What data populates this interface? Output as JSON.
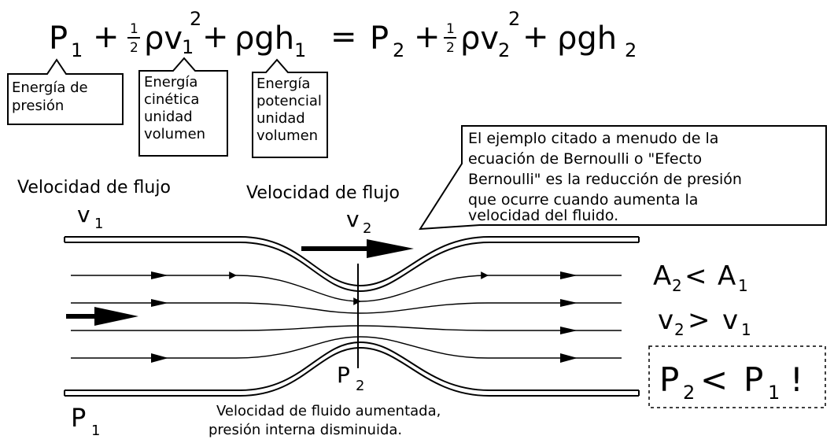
{
  "equation": {
    "P": "P",
    "sub1": "1",
    "sub2": "2",
    "plus": "+",
    "equals": "=",
    "half_num": "1",
    "half_den": "2",
    "rho_v": "ρv",
    "square": "2",
    "rho_g_h": "ρgh"
  },
  "boxes": {
    "pressure": [
      "Energía de",
      "presión"
    ],
    "kinetic": [
      "Energía",
      "cinética",
      "unidad",
      "volumen"
    ],
    "potential": [
      "Energía",
      "potencial",
      "unidad",
      "volumen"
    ]
  },
  "callout": [
    "El ejemplo citado a menudo de la",
    "ecuación de Bernoulli o \"Efecto",
    "Bernoulli\" es la reducción de presión",
    "que ocurre cuando aumenta la",
    "velocidad del fluido."
  ],
  "flow_labels": {
    "left_title": "Velocidad de flujo",
    "left_symbol": "v",
    "left_sub": "1",
    "middle_title": "Velocidad de flujo",
    "middle_symbol": "v",
    "middle_sub": "2"
  },
  "pressure_labels": {
    "p2_symbol": "P",
    "p2_sub": "2",
    "p1_symbol": "P",
    "p1_sub": "1"
  },
  "bottom_note": [
    "Velocidad de fluido aumentada,",
    "presión interna disminuida."
  ],
  "comparisons": {
    "area": {
      "left": "A",
      "left_sub": "2",
      "op": "<",
      "right": "A",
      "right_sub": "1"
    },
    "velocity": {
      "left": "v",
      "left_sub": "2",
      "op": ">",
      "right": "v",
      "right_sub": "1"
    },
    "pressure": {
      "left": "P",
      "left_sub": "2",
      "op": "<",
      "right": "P",
      "right_sub": "1",
      "mark": "!"
    }
  }
}
